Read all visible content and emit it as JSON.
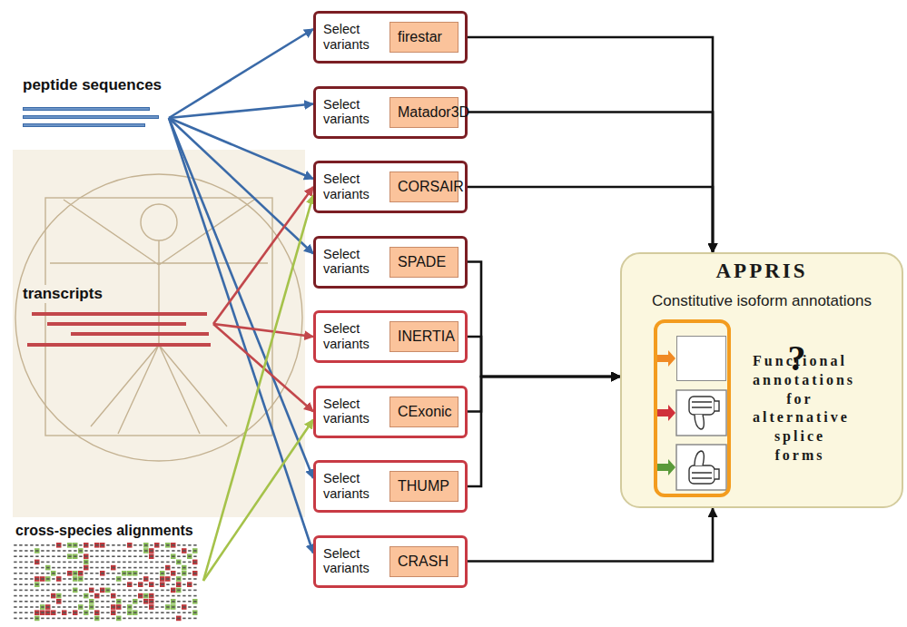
{
  "diagram": {
    "nodes": [
      {
        "text": [
          "peptide sequences"
        ]
      },
      {
        "text": [
          "transcripts"
        ]
      },
      {
        "text": [
          "cross-species alignments"
        ]
      },
      {
        "text": [
          "Select variants"
        ]
      },
      {
        "text": [
          "firestar"
        ],
        "in": 3
      },
      {
        "text": [
          "Select variants"
        ]
      },
      {
        "text": [
          "Matador3D"
        ],
        "in": 5
      },
      {
        "text": [
          "Select variants"
        ]
      },
      {
        "text": [
          "CORSAIR"
        ],
        "in": 7
      },
      {
        "text": [
          "Select variants"
        ]
      },
      {
        "text": [
          "SPADE"
        ],
        "in": 9
      },
      {
        "text": [
          "Select variants"
        ]
      },
      {
        "text": [
          "INERTIA"
        ],
        "in": 11
      },
      {
        "text": [
          "Select variants"
        ]
      },
      {
        "text": [
          "CExonic"
        ],
        "in": 13
      },
      {
        "text": [
          "Select variants"
        ]
      },
      {
        "text": [
          "THUMP"
        ],
        "in": 15
      },
      {
        "text": [
          "Select variants"
        ]
      },
      {
        "text": [
          "CRASH"
        ],
        "in": 17
      },
      {
        "text": [
          "APPRIS",
          "Constitutive isoform annotations"
        ]
      },
      {
        "text": [
          "Functional annotations for alternative splice forms"
        ],
        "in": 19
      },
      {
        "text": [
          "?"
        ],
        "in": 20
      }
    ],
    "edges": [
      {
        "from": 0,
        "to": 3,
        "arrow": "to"
      },
      {
        "from": 0,
        "to": 5,
        "arrow": "to"
      },
      {
        "from": 0,
        "to": 7,
        "arrow": "to"
      },
      {
        "from": 0,
        "to": 9,
        "arrow": "to"
      },
      {
        "from": 0,
        "to": 15,
        "arrow": "to"
      },
      {
        "from": 0,
        "to": 17,
        "arrow": "to"
      },
      {
        "from": 1,
        "to": 7,
        "arrow": "to"
      },
      {
        "from": 1,
        "to": 11,
        "arrow": "to"
      },
      {
        "from": 1,
        "to": 13,
        "arrow": "to"
      },
      {
        "from": 2,
        "to": 7,
        "arrow": "to"
      },
      {
        "from": 2,
        "to": 13,
        "arrow": "to"
      },
      {
        "from": 3,
        "to": 19,
        "arrow": "to"
      },
      {
        "from": 5,
        "to": 19,
        "arrow": "to"
      },
      {
        "from": 7,
        "to": 19,
        "arrow": "to"
      },
      {
        "from": 9,
        "to": 19,
        "arrow": "to"
      },
      {
        "from": 11,
        "to": 19,
        "arrow": "to"
      },
      {
        "from": 13,
        "to": 19,
        "arrow": "to"
      },
      {
        "from": 15,
        "to": 19,
        "arrow": "to"
      },
      {
        "from": 17,
        "to": 19,
        "arrow": "to"
      }
    ]
  }
}
